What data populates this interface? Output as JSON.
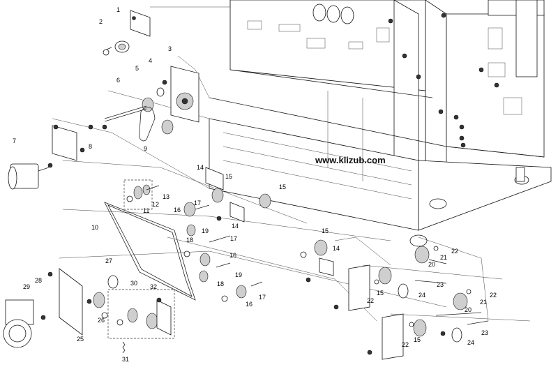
{
  "watermark": "www.klizub.com",
  "callouts": [
    {
      "id": "c1",
      "text": "1"
    },
    {
      "id": "c2",
      "text": "2"
    },
    {
      "id": "c3",
      "text": "3"
    },
    {
      "id": "c4",
      "text": "4"
    },
    {
      "id": "c5",
      "text": "5"
    },
    {
      "id": "c6",
      "text": "6"
    },
    {
      "id": "c7",
      "text": "7"
    },
    {
      "id": "c8",
      "text": "8"
    },
    {
      "id": "c9",
      "text": "9"
    },
    {
      "id": "c10",
      "text": "10"
    },
    {
      "id": "c11",
      "text": "11"
    },
    {
      "id": "c12",
      "text": "12"
    },
    {
      "id": "c13",
      "text": "13"
    },
    {
      "id": "c14a",
      "text": "14"
    },
    {
      "id": "c15a",
      "text": "15"
    },
    {
      "id": "c15b",
      "text": "15"
    },
    {
      "id": "c16a",
      "text": "16"
    },
    {
      "id": "c17a",
      "text": "17"
    },
    {
      "id": "c14b",
      "text": "14"
    },
    {
      "id": "c18a",
      "text": "18"
    },
    {
      "id": "c19a",
      "text": "19"
    },
    {
      "id": "c17b",
      "text": "17"
    },
    {
      "id": "c16b",
      "text": "16"
    },
    {
      "id": "c19b",
      "text": "19"
    },
    {
      "id": "c18b",
      "text": "18"
    },
    {
      "id": "c16c",
      "text": "16"
    },
    {
      "id": "c17c",
      "text": "17"
    },
    {
      "id": "c15c",
      "text": "15"
    },
    {
      "id": "c14c",
      "text": "14"
    },
    {
      "id": "c22a",
      "text": "22"
    },
    {
      "id": "c21a",
      "text": "21"
    },
    {
      "id": "c20a",
      "text": "20"
    },
    {
      "id": "c23a",
      "text": "23"
    },
    {
      "id": "c22b",
      "text": "22"
    },
    {
      "id": "c15d",
      "text": "15"
    },
    {
      "id": "c24a",
      "text": "24"
    },
    {
      "id": "c22c",
      "text": "22"
    },
    {
      "id": "c21b",
      "text": "21"
    },
    {
      "id": "c20b",
      "text": "20"
    },
    {
      "id": "c23b",
      "text": "23"
    },
    {
      "id": "c22d",
      "text": "22"
    },
    {
      "id": "c15e",
      "text": "15"
    },
    {
      "id": "c24b",
      "text": "24"
    },
    {
      "id": "c27",
      "text": "27"
    },
    {
      "id": "c28",
      "text": "28"
    },
    {
      "id": "c29",
      "text": "29"
    },
    {
      "id": "c30",
      "text": "30"
    },
    {
      "id": "c31",
      "text": "31"
    },
    {
      "id": "c32",
      "text": "32"
    },
    {
      "id": "c25",
      "text": "25"
    },
    {
      "id": "c26",
      "text": "26"
    }
  ]
}
